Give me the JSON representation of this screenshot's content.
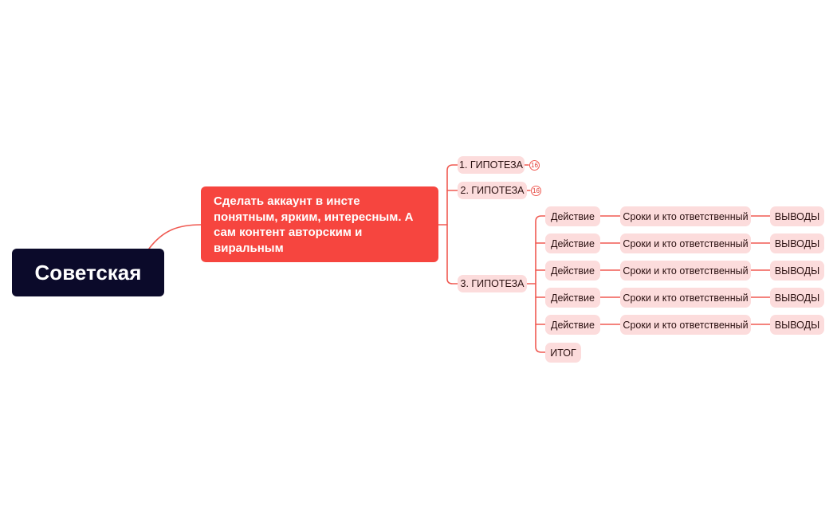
{
  "central_topic": "Советская",
  "main_topic": "Сделать аккаунт в инсте понятным, ярким, интересным. А сам контент авторским и виральным",
  "hypotheses": [
    {
      "label": "1. ГИПОТЕЗА",
      "badge": "16"
    },
    {
      "label": "2. ГИПОТЕЗА",
      "badge": "16"
    },
    {
      "label": "3. ГИПОТЕЗА"
    }
  ],
  "steps": [
    {
      "action": "Действие",
      "deadline": "Сроки и кто ответственный",
      "conclusion": "ВЫВОДЫ"
    },
    {
      "action": "Действие",
      "deadline": "Сроки и кто ответственный",
      "conclusion": "ВЫВОДЫ"
    },
    {
      "action": "Действие",
      "deadline": "Сроки и кто ответственный",
      "conclusion": "ВЫВОДЫ"
    },
    {
      "action": "Действие",
      "deadline": "Сроки и кто ответственный",
      "conclusion": "ВЫВОДЫ"
    },
    {
      "action": "Действие",
      "deadline": "Сроки и кто ответственный",
      "conclusion": "ВЫВОДЫ"
    }
  ],
  "result": "ИТОГ",
  "colors": {
    "central_bg": "#0b0a2a",
    "main_bg": "#f6453f",
    "pill_bg": "#fcdcdc",
    "connector": "#f05a52"
  }
}
